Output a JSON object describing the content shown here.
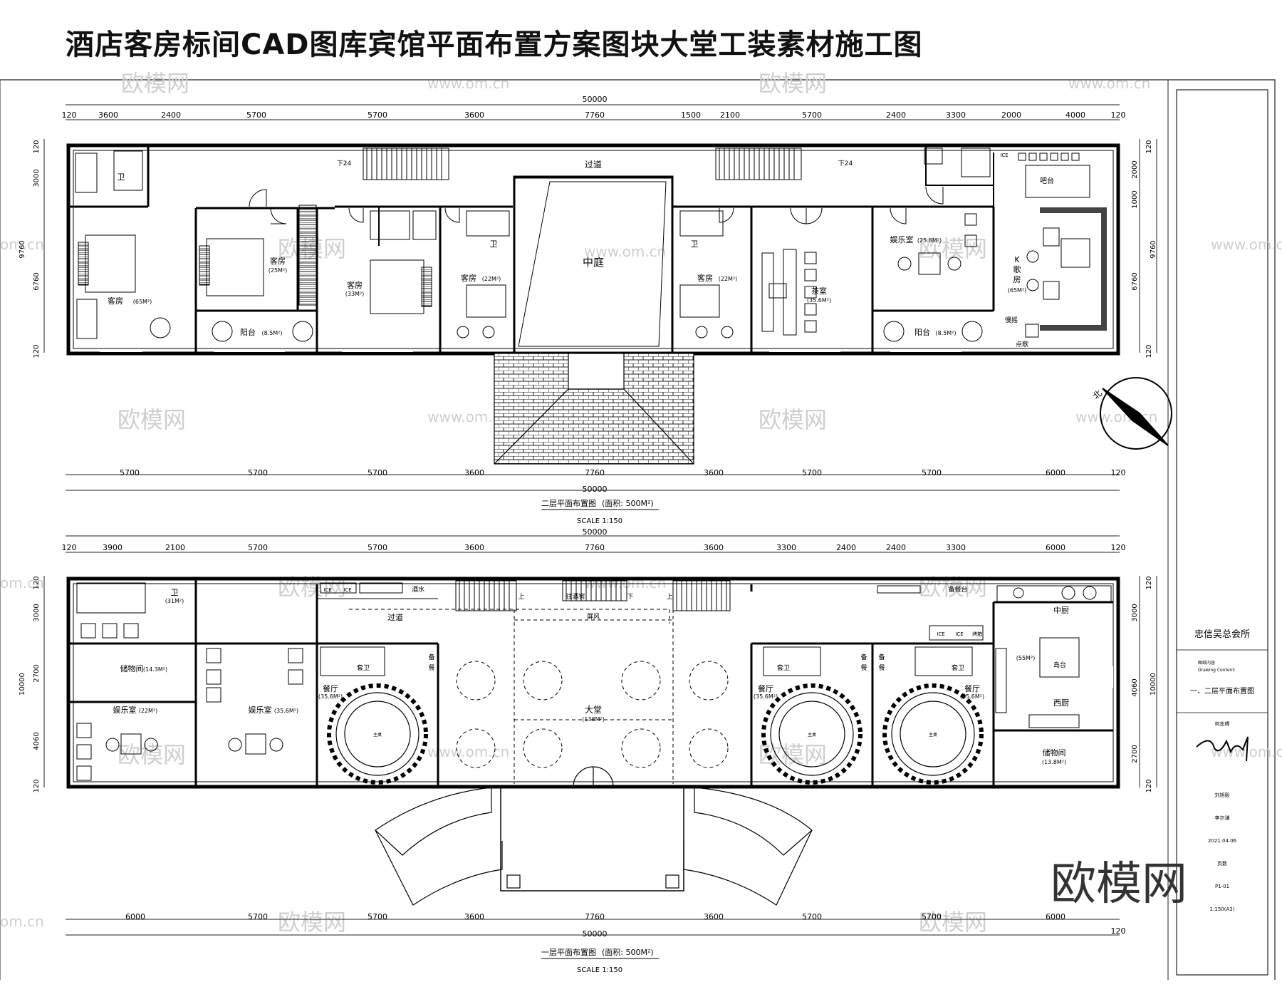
{
  "title": "酒店客房标间CAD图库宾馆平面布置方案图块大堂工装素材施工图",
  "watermark": {
    "brand": "欧模网",
    "url": "www.om.cn",
    "url_short": "om.cn"
  },
  "upper": {
    "overall": "50000",
    "top_dims": [
      "120",
      "3600",
      "2400",
      "5700",
      "5700",
      "3600",
      "7760",
      "1500",
      "2100",
      "5700",
      "2400",
      "3300",
      "2000",
      "4000",
      "120"
    ],
    "bottom_dims": [
      "5700",
      "5700",
      "5700",
      "3600",
      "7760",
      "3600",
      "5700",
      "5700",
      "6000",
      "120"
    ],
    "side_left": [
      "120",
      "3000",
      "9760",
      "6760",
      "120"
    ],
    "side_right": [
      "120",
      "2000",
      "1000",
      "9760",
      "6760",
      "120"
    ],
    "rooms": {
      "wc1": "卫",
      "guest65": "客房",
      "guest65_area": "(65M²)",
      "guest25": "客房",
      "guest25_area": "(25M²)",
      "guest33": "客房",
      "guest33_area": "(33M²)",
      "balcony1": "阳台",
      "balcony1_area": "(8.5M²)",
      "wc2": "卫",
      "guest22a": "客房",
      "guest22a_area": "(22M²)",
      "courtyard": "中庭",
      "corridor": "过道",
      "down1": "下24",
      "down2": "下24",
      "wc3": "卫",
      "guest22b": "客房",
      "guest22b_area": "(22M²)",
      "tea": "茶室",
      "tea_area": "(35.6M²)",
      "ent": "娱乐室",
      "ent_area": "(25.8M²)",
      "balcony2": "阳台",
      "balcony2_area": "(8.5M²)",
      "bar": "吧台",
      "ice": "ICE",
      "ktv": [
        "K",
        "歌",
        "房"
      ],
      "ktv_area": "(65M²)",
      "slow": "慢摇",
      "song": "点歌"
    },
    "caption": "二层平面布置图",
    "caption_area": "(面积: 500M²)",
    "scale": "SCALE 1:150",
    "north": "北"
  },
  "lower": {
    "overall": "50000",
    "top_dims": [
      "120",
      "3900",
      "2100",
      "5700",
      "5700",
      "3600",
      "7760",
      "3600",
      "3300",
      "2400",
      "2400",
      "3300",
      "6000",
      "120"
    ],
    "bottom_dims": [
      "6000",
      "5700",
      "5700",
      "3600",
      "7760",
      "3600",
      "5700",
      "5700",
      "6000",
      "120"
    ],
    "side_left": [
      "120",
      "3000",
      "10000",
      "2700",
      "4060",
      "120"
    ],
    "side_right": [
      "120",
      "3000",
      "10000",
      "4060",
      "2700",
      "120"
    ],
    "rooms": {
      "wc": "卫",
      "wc_area": "(31M²)",
      "storage1": "储物间",
      "storage1_area": "(14.3M²)",
      "ent22": "娱乐室",
      "ent22_area": "(22M²)",
      "ent356": "娱乐室",
      "ent356_area": "(35.6M²)",
      "ice1": "ICE",
      "ice2": "ICE",
      "wine": "酒水",
      "corridor": "过道",
      "suite_wc1": "套卫",
      "dining1": "餐厅",
      "dining1_area": "(35.6M²)",
      "main_table1": "主桌",
      "prep1": [
        "备",
        "餐"
      ],
      "up1": "上",
      "to_wine": "往酒窖",
      "down": "下",
      "up2": "上",
      "screen": "屏风",
      "lobby": "大堂",
      "lobby_area": "(138M²)",
      "suite_wc2": "套卫",
      "dining2": "餐厅",
      "dining2_area": "(35.6M²)",
      "main_table2": "主桌",
      "prep2": [
        "备",
        "餐"
      ],
      "prep3": [
        "备",
        "餐"
      ],
      "suite_wc3": "套卫",
      "dining3": "餐厅",
      "dining3_area": "(35.6M²)",
      "main_table3": "主桌",
      "pantry": "备餐台",
      "ice3": "ICE",
      "ice4": "ICE",
      "oven": "烤箱",
      "kitchen_c": "中厨",
      "island": "岛台",
      "island_area": "(55M²)",
      "kitchen_w": "西厨",
      "storage2": "储物间",
      "storage2_area": "(13.8M²)"
    },
    "caption": "一层平面布置图",
    "caption_area": "(面积: 500M²)",
    "scale": "SCALE 1:150"
  },
  "titleblock": {
    "company": "忠信吴总会所",
    "content_label": "图纸内容",
    "content_label_en": "Drawing Content:",
    "content": "一、二层平面布置图",
    "designer": "何志峰",
    "drafter": "刘旭毅",
    "checker": "李尔谦",
    "date": "2021.04.06",
    "page_label": "页数",
    "page": "P1-01",
    "scale": "1:150(A3)"
  }
}
